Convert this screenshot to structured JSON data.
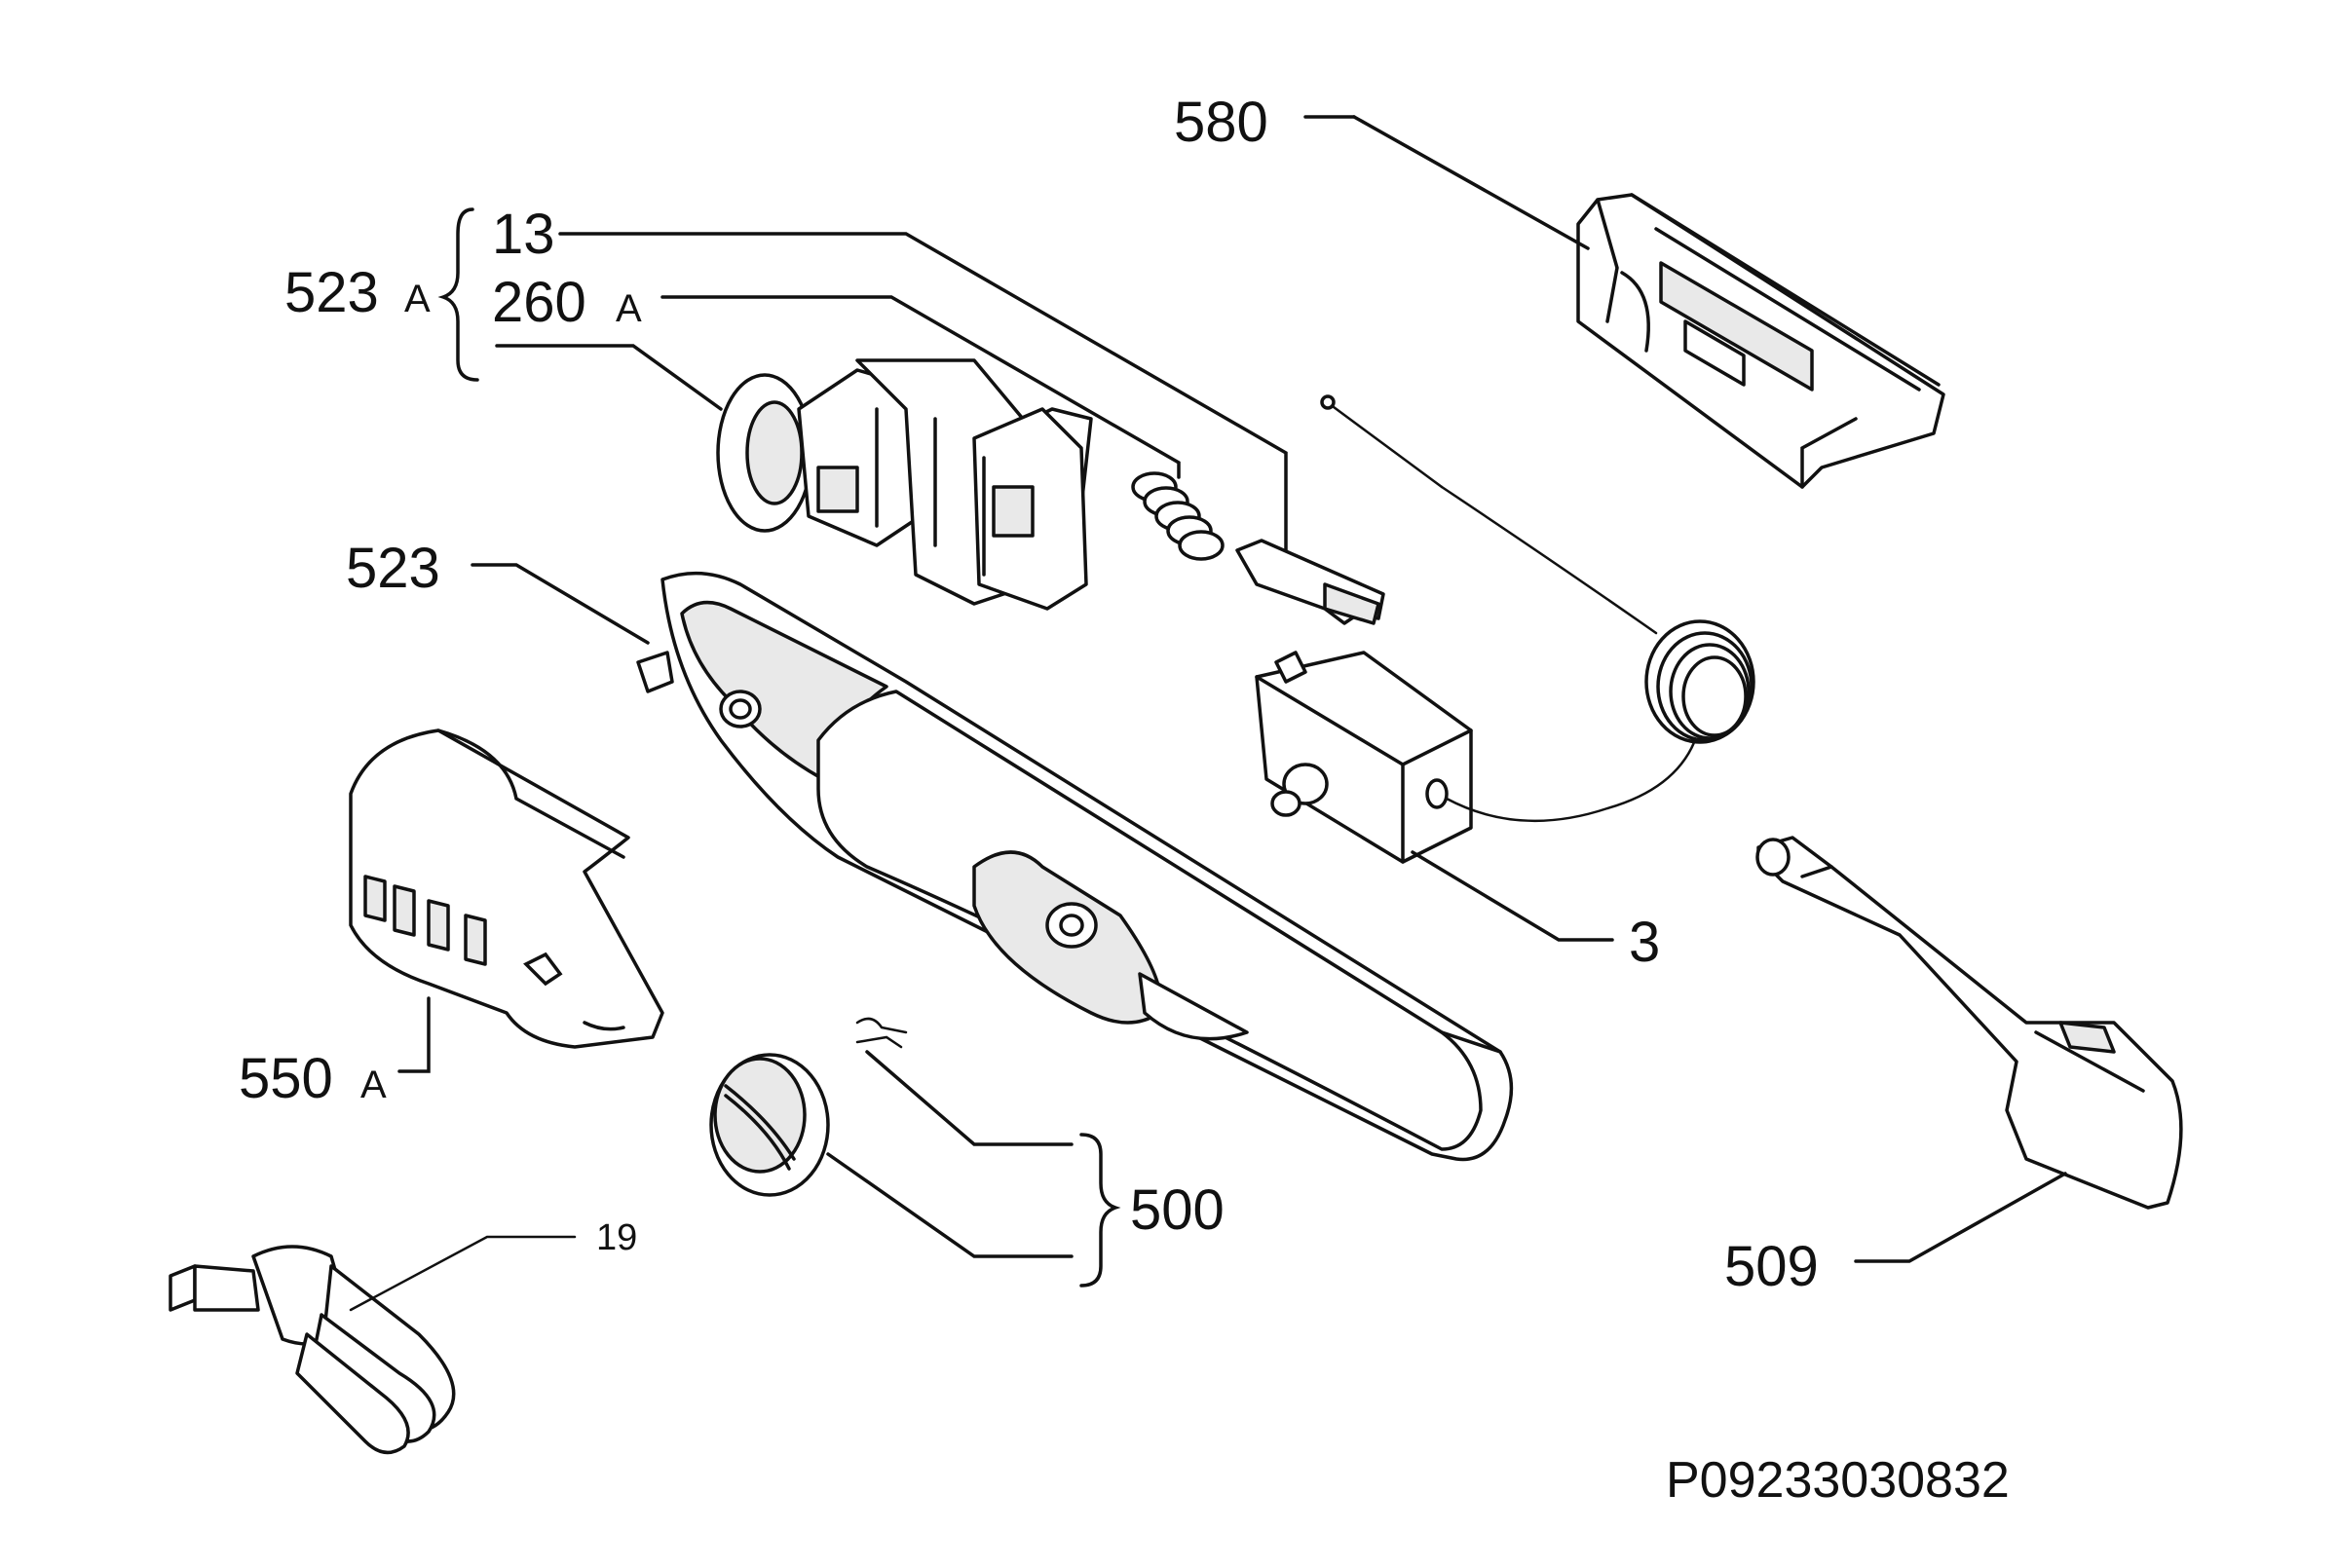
{
  "callouts": {
    "c580": "580",
    "c13": "13",
    "c523a": "523",
    "c523a_suffix": "A",
    "c260a": "260",
    "c260a_suffix": "A",
    "c523": "523",
    "c3": "3",
    "c550a": "550",
    "c550a_suffix": "A",
    "c500": "500",
    "c509": "509",
    "c19": "19"
  },
  "drawing_code": "P09233030832"
}
